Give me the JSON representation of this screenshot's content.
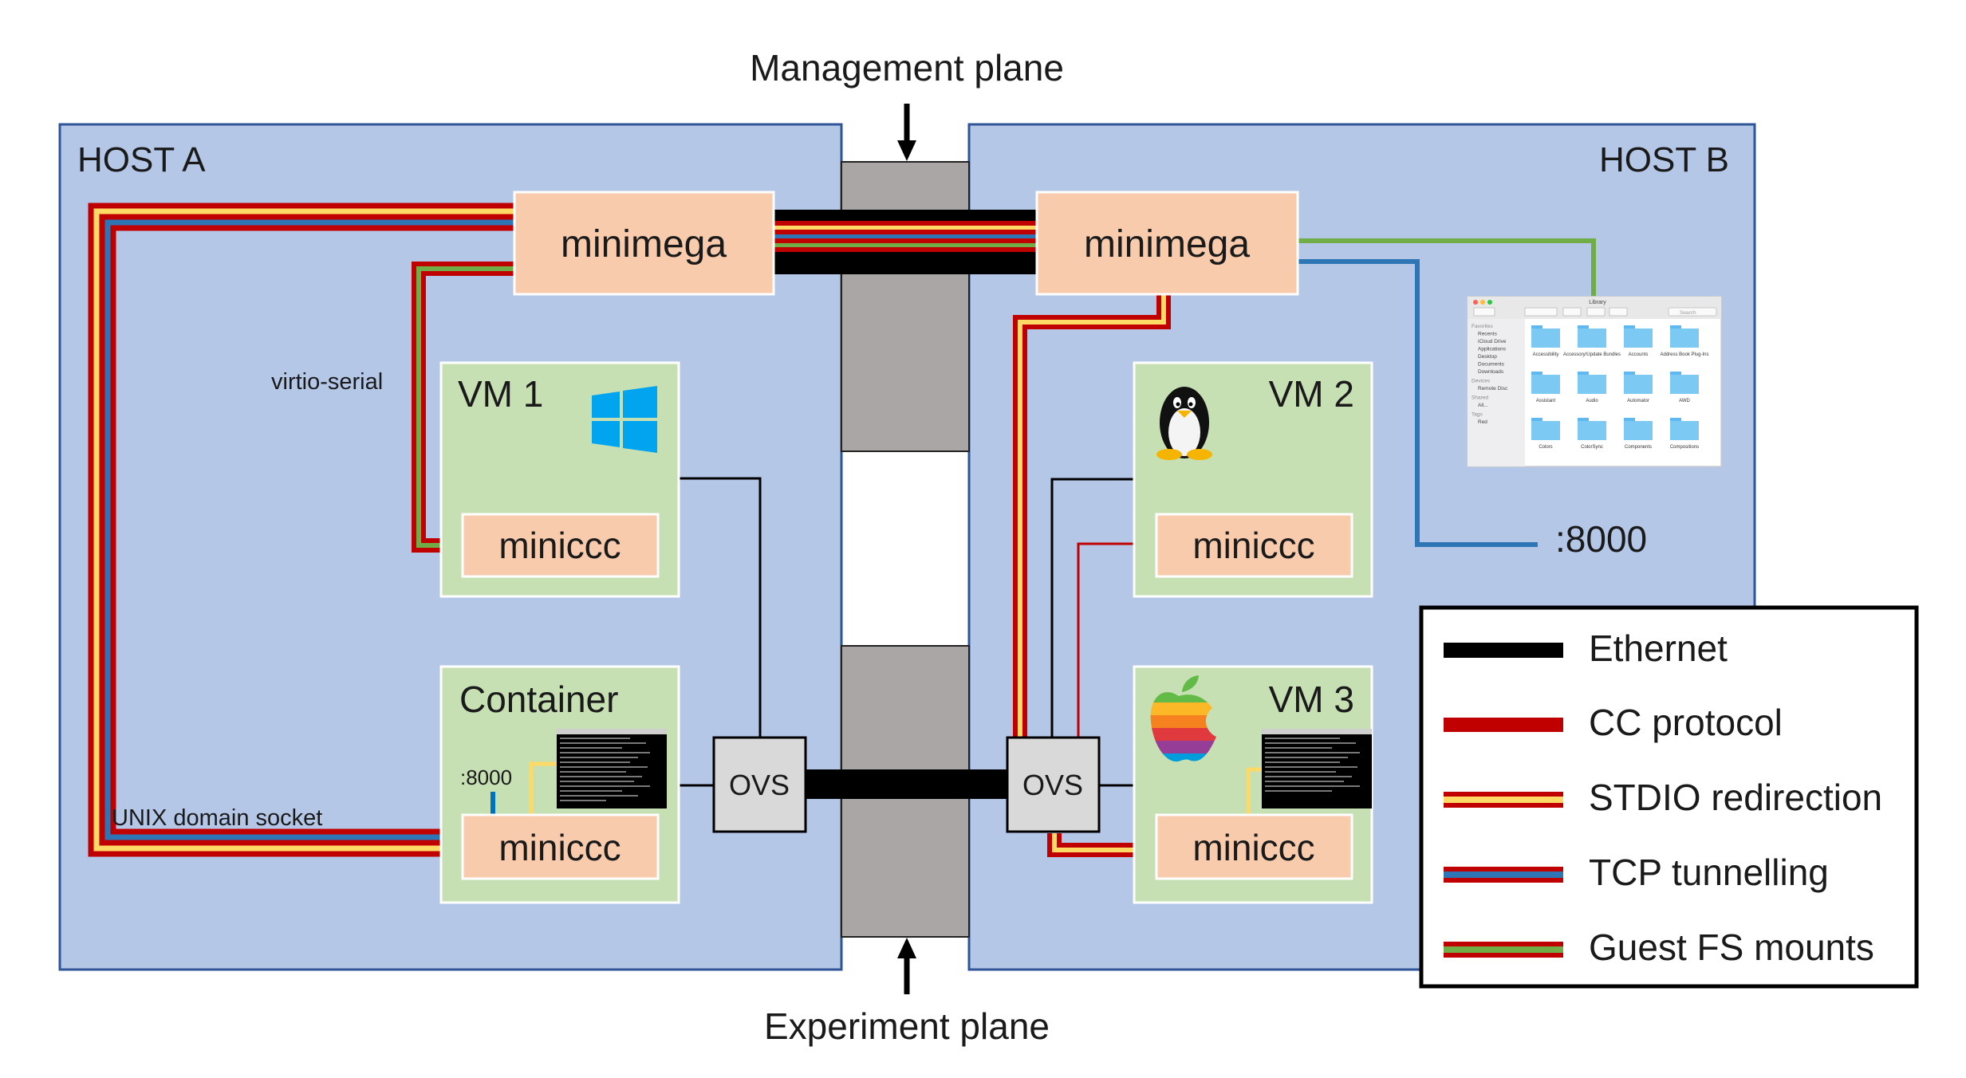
{
  "planes": {
    "management": "Management plane",
    "experiment": "Experiment plane"
  },
  "hosts": {
    "a": {
      "title": "HOST A"
    },
    "b": {
      "title": "HOST B"
    }
  },
  "minimega_a": "minimega",
  "minimega_b": "minimega",
  "vm1": {
    "title": "VM 1",
    "agent": "miniccc",
    "os_icon": "windows-icon"
  },
  "container": {
    "title": "Container",
    "agent": "miniccc",
    "port": ":8000",
    "icon": "terminal-icon"
  },
  "vm2": {
    "title": "VM 2",
    "agent": "miniccc",
    "os_icon": "linux-tux-icon"
  },
  "vm3": {
    "title": "VM 3",
    "agent": "miniccc",
    "os_icon": "apple-icon",
    "icon2": "terminal-icon"
  },
  "ovs_a": "OVS",
  "ovs_b": "OVS",
  "annotations": {
    "virtio": "virtio-serial",
    "unix": "UNIX domain socket",
    "port_b": ":8000"
  },
  "finder": {
    "title": "Library",
    "search": "Search",
    "sidebar": {
      "favorites_heading": "Favorites",
      "favorites": [
        "Recents",
        "iCloud Drive",
        "Applications",
        "Desktop",
        "Documents",
        "Downloads"
      ],
      "devices_heading": "Devices",
      "devices": [
        "Remote Disc"
      ],
      "shared_heading": "Shared",
      "shared": [
        "All..."
      ],
      "tags_heading": "Tags",
      "tags": [
        "Red"
      ]
    },
    "folders": [
      "Accessibility",
      "Accessory/Update Bundles",
      "Accounts",
      "Address Book Plug-Ins",
      "Assistant",
      "Audio",
      "Automator",
      "AWD",
      "Colors",
      "ColorSync",
      "Components",
      "Compositions"
    ]
  },
  "legend": {
    "items": [
      {
        "label": "Ethernet",
        "style": "solid-black"
      },
      {
        "label": "CC protocol",
        "style": "solid-red"
      },
      {
        "label": "STDIO redirection",
        "style": "red-yellow-red"
      },
      {
        "label": "TCP tunnelling",
        "style": "red-blue-red"
      },
      {
        "label": "Guest FS mounts",
        "style": "red-green-red"
      }
    ]
  },
  "colors": {
    "host_fill": "#b4c7e7",
    "host_border": "#2f5597",
    "plane_fill": "#aaa6a6",
    "minimega_fill": "#f8cbad",
    "vm_fill": "#c6e0b4",
    "ovs_fill": "#d9d9d9",
    "cc_red": "#c00000",
    "stdio_yellow": "#ffd966",
    "tcp_blue": "#2e75b6",
    "fs_green": "#70ad47",
    "port_blue": "#0070c0"
  }
}
